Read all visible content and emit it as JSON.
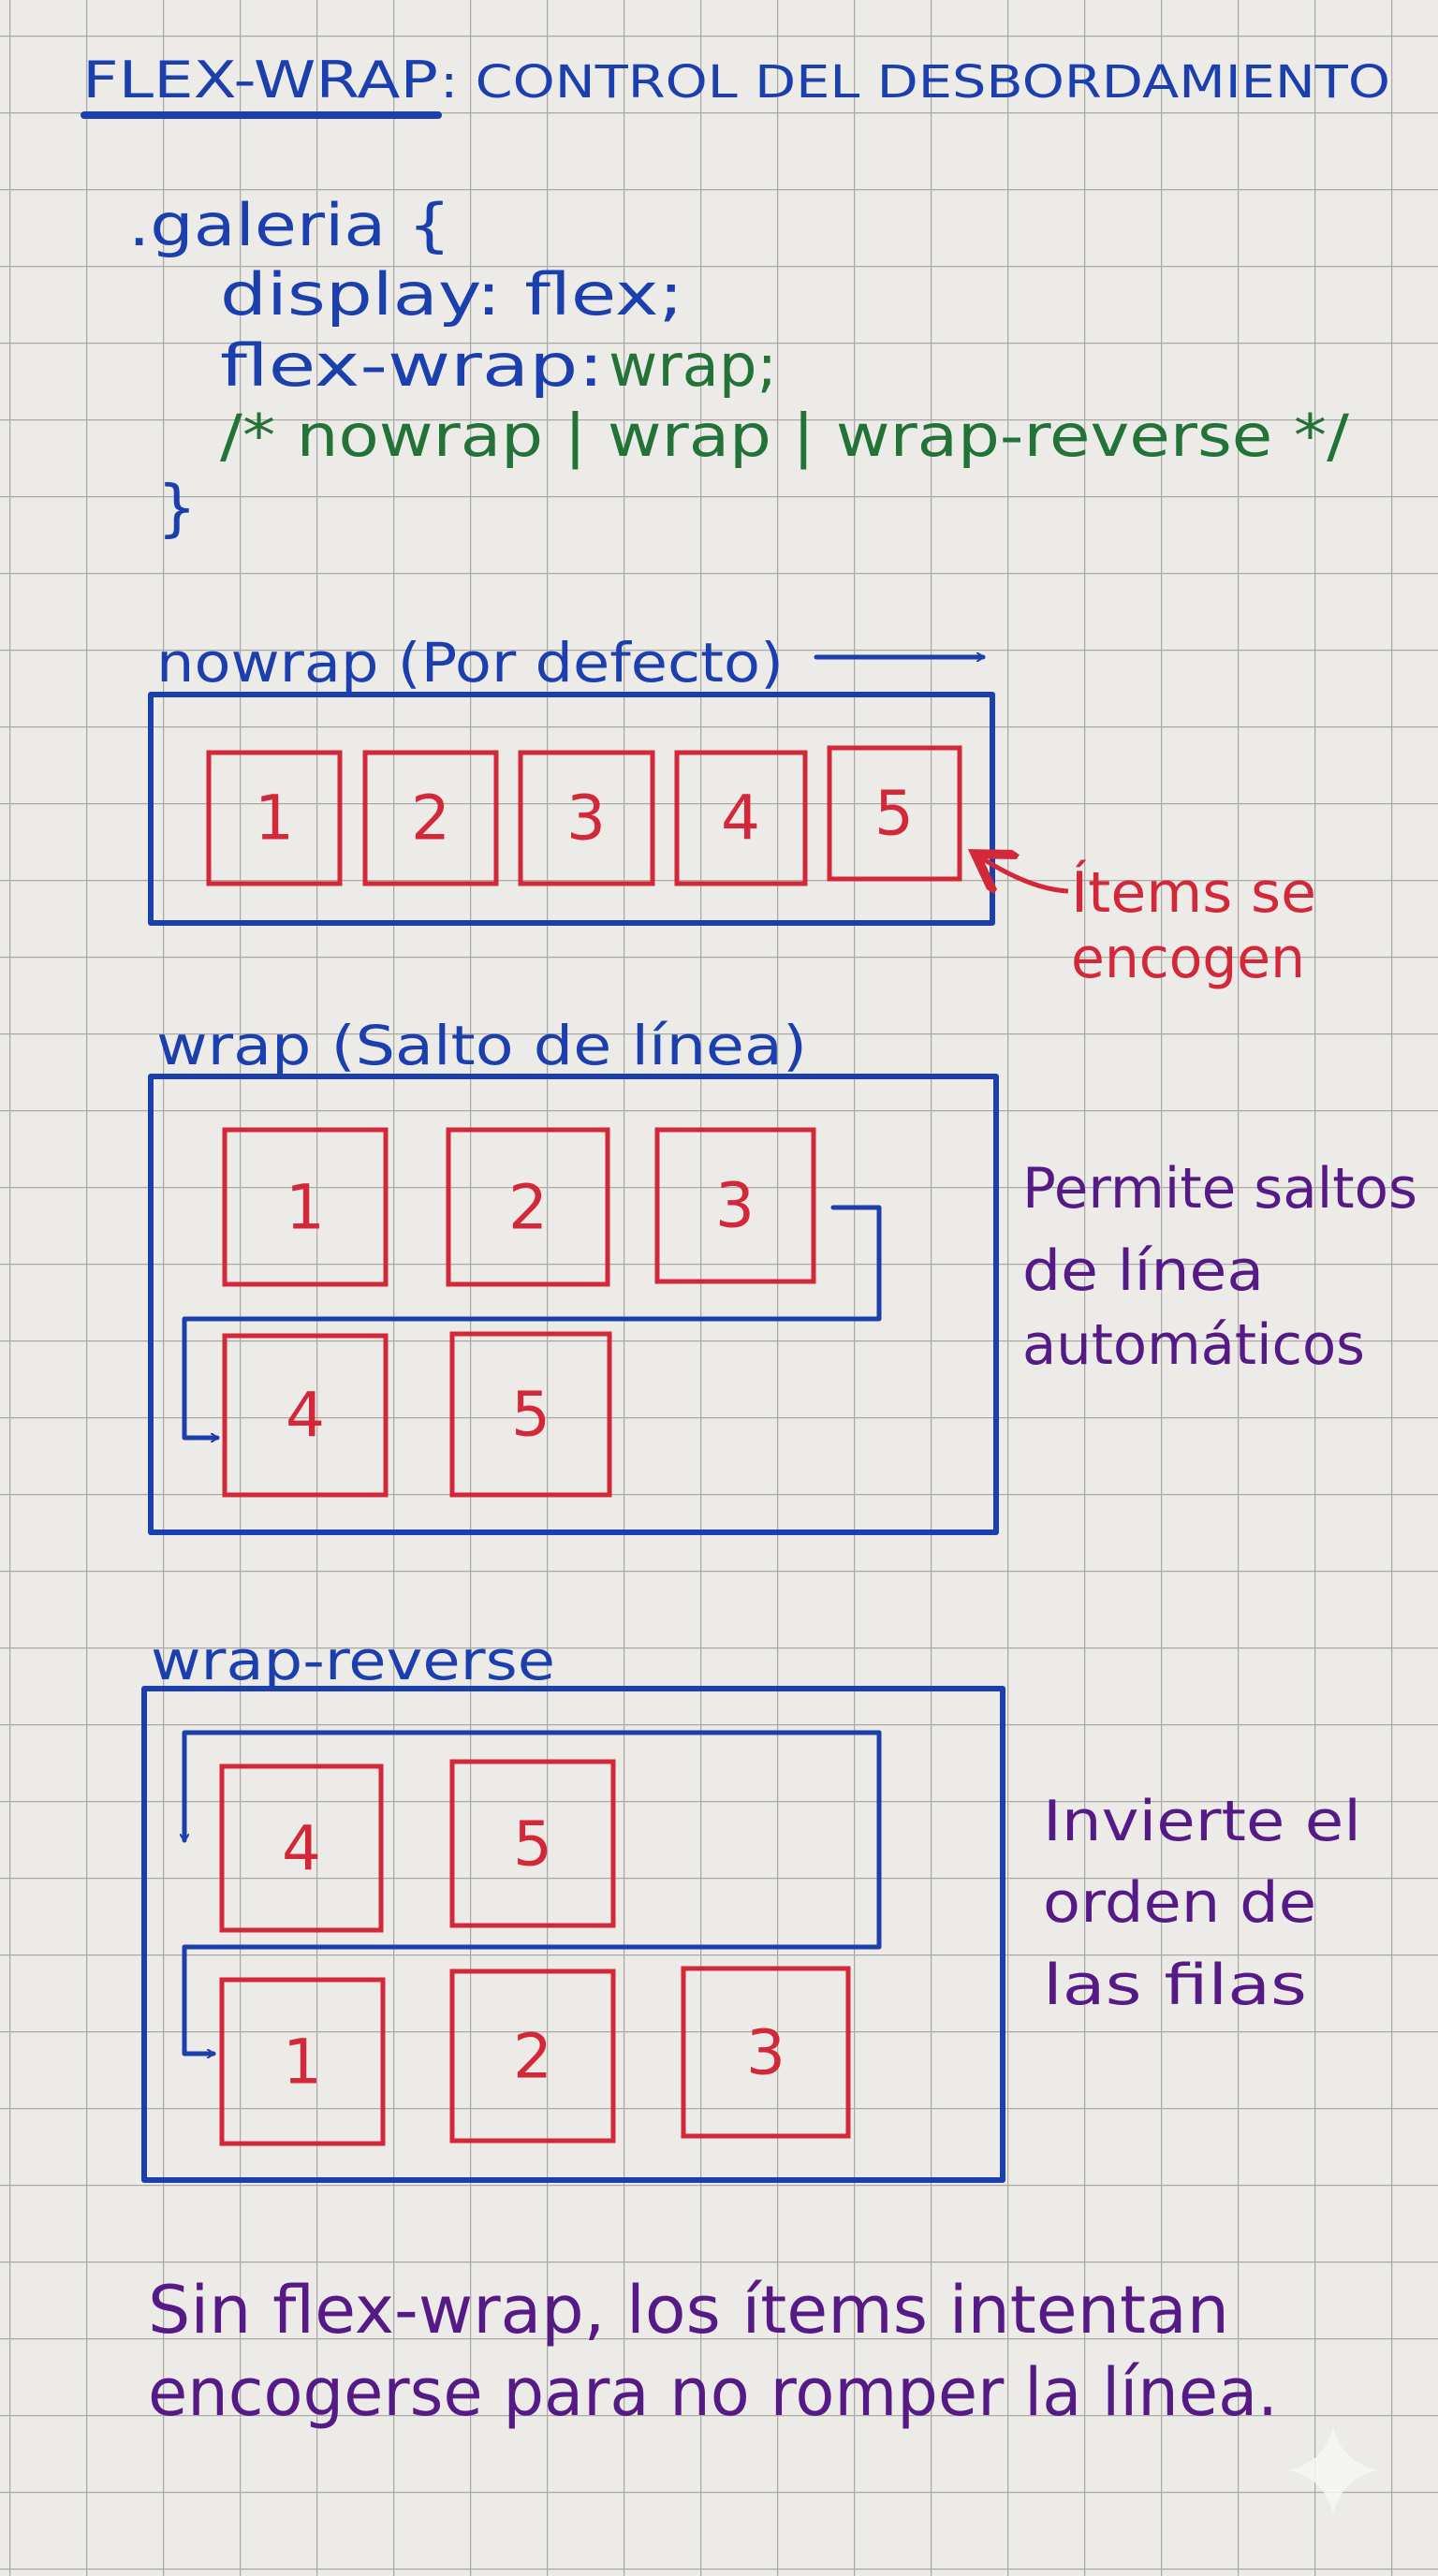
{
  "title": {
    "highlight": "FLEX-WRAP",
    "rest": ": CONTROL DEL DESBORDAMIENTO"
  },
  "code": {
    "selector": ".galeria {",
    "line1": "display: flex;",
    "line2_prop": "flex-wrap: ",
    "line2_value": "wrap;",
    "comment": "/* nowrap | wrap | wrap-reverse */",
    "close": "}"
  },
  "sections": [
    {
      "label": "nowrap (Por defecto)",
      "items": [
        "1",
        "2",
        "3",
        "4",
        "5"
      ],
      "note": [
        "Ítems se",
        "encogen"
      ]
    },
    {
      "label": "wrap (Salto de línea)",
      "items": [
        "1",
        "2",
        "3",
        "4",
        "5"
      ],
      "note": [
        "Permite saltos",
        "de línea",
        "automáticos"
      ]
    },
    {
      "label": "wrap-reverse",
      "items": [
        "4",
        "5",
        "1",
        "2",
        "3"
      ],
      "note": [
        "Invierte el",
        "orden de",
        "las filas"
      ]
    }
  ],
  "footer": [
    "Sin flex-wrap, los ítems intentan",
    "encogerse para no romper la línea."
  ],
  "colors": {
    "paper": "#ecebe7",
    "grid": "#a9a9a6",
    "blue": "#1c3fae",
    "red": "#d3283a",
    "green": "#237338",
    "purple": "#561a86"
  },
  "watermark_icon": "sparkle-icon"
}
